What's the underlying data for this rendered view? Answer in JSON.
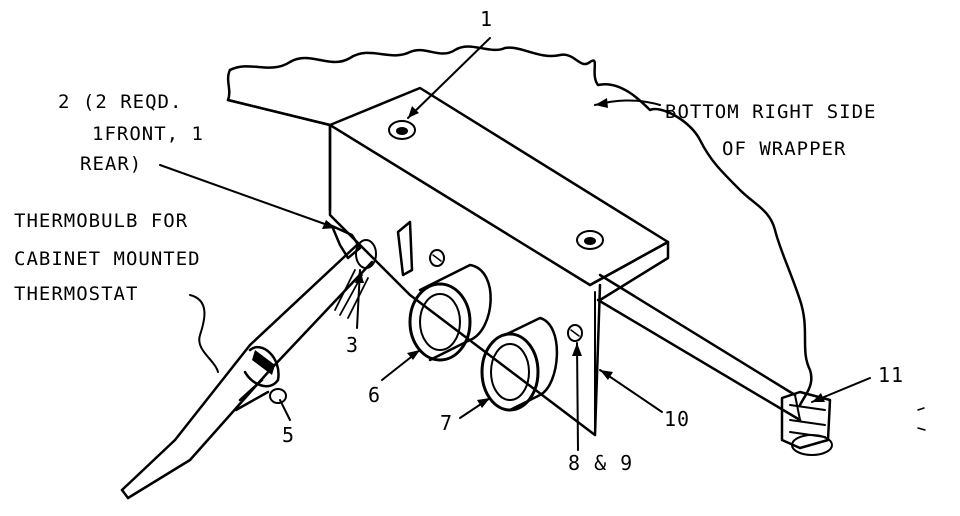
{
  "diagram": {
    "callouts": {
      "c1": "1",
      "c2_line1": "2 (2 REQD.",
      "c2_line2": "1FRONT, 1",
      "c2_line3": "REAR)",
      "c3": "3",
      "c5": "5",
      "c6": "6",
      "c7": "7",
      "c89": "8 & 9",
      "c10": "10",
      "c11": "11"
    },
    "annotations": {
      "wrapper_line1": "BOTTOM RIGHT SIDE",
      "wrapper_line2": "OF WRAPPER",
      "thermobulb_line1": "THERMOBULB FOR",
      "thermobulb_line2": "CABINET MOUNTED",
      "thermobulb_line3": "THERMOSTAT"
    },
    "colors": {
      "ink": "#000000",
      "paper": "#ffffff"
    }
  }
}
